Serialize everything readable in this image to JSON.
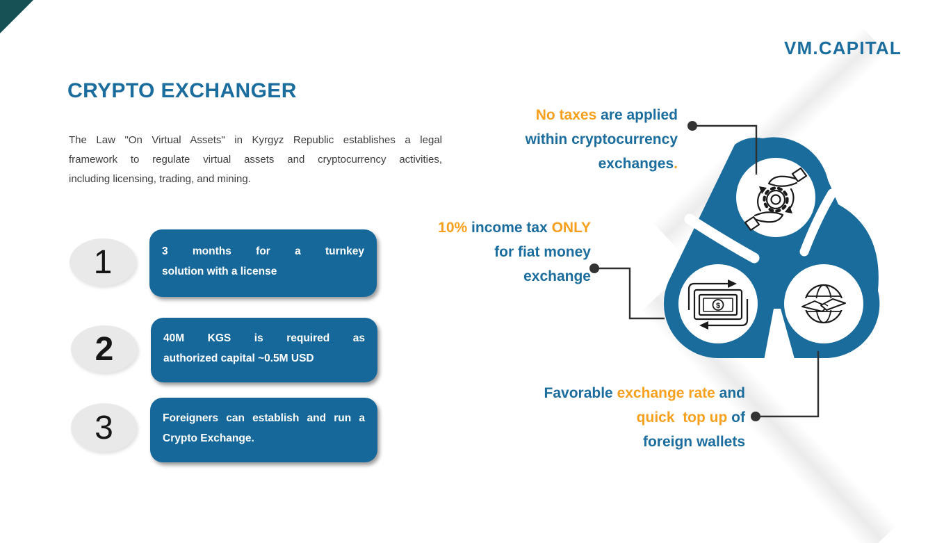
{
  "colors": {
    "blue": "#1b6d9e",
    "orange": "#f7a01e",
    "ink": "#2f2f2f",
    "box_blue": "#16689b",
    "blob_blue": "#1a6c9d",
    "badge_gray": "#e9e9e9",
    "corner_teal": "#175156",
    "body_text": "#3c3c3c"
  },
  "brand": {
    "name": "VM.CAPITAL"
  },
  "header": {
    "title": "CRYPTO EXCHANGER",
    "intro_lines": [
      "The Law \"On Virtual Assets\" in Kyrgyz Republic establishes a legal",
      "framework to regulate virtual assets and cryptocurrency activities,",
      "including licensing, trading, and mining."
    ]
  },
  "steps": [
    {
      "number": "1",
      "lines": [
        "3 months for a turnkey",
        "solution with a license"
      ]
    },
    {
      "number": "2",
      "lines": [
        "40M KGS is required as",
        "authorized capital ~0.5M USD"
      ]
    },
    {
      "number": "3",
      "lines": [
        "Foreigners can establish and run a",
        "Crypto Exchange."
      ]
    }
  ],
  "callouts": [
    {
      "name": "no-taxes",
      "lines": [
        [
          {
            "t": "No taxes ",
            "c": "orange"
          },
          {
            "t": "are applied",
            "c": "blue"
          }
        ],
        [
          {
            "t": "within cryptocurrency",
            "c": "blue"
          }
        ],
        [
          {
            "t": "exchanges",
            "c": "blue"
          },
          {
            "t": ".",
            "c": "orange"
          }
        ]
      ]
    },
    {
      "name": "income-tax",
      "lines": [
        [
          {
            "t": "10% ",
            "c": "orange"
          },
          {
            "t": "income tax ",
            "c": "blue"
          },
          {
            "t": "ONLY",
            "c": "orange"
          }
        ],
        [
          {
            "t": "for fiat money",
            "c": "blue"
          }
        ],
        [
          {
            "t": "exchange",
            "c": "blue"
          }
        ]
      ]
    },
    {
      "name": "favorable-rate",
      "lines": [
        [
          {
            "t": "Favorable ",
            "c": "blue"
          },
          {
            "t": "exchange rate ",
            "c": "orange"
          },
          {
            "t": "and",
            "c": "blue"
          }
        ],
        [
          {
            "t": "quick  top up ",
            "c": "orange"
          },
          {
            "t": "of",
            "c": "blue"
          }
        ],
        [
          {
            "t": "foreign wallets",
            "c": "blue"
          }
        ]
      ]
    }
  ],
  "diagram": {
    "money_symbol": "$",
    "icons": [
      "hands-gear-icon",
      "money-exchange-icon",
      "globe-handshake-icon"
    ]
  }
}
